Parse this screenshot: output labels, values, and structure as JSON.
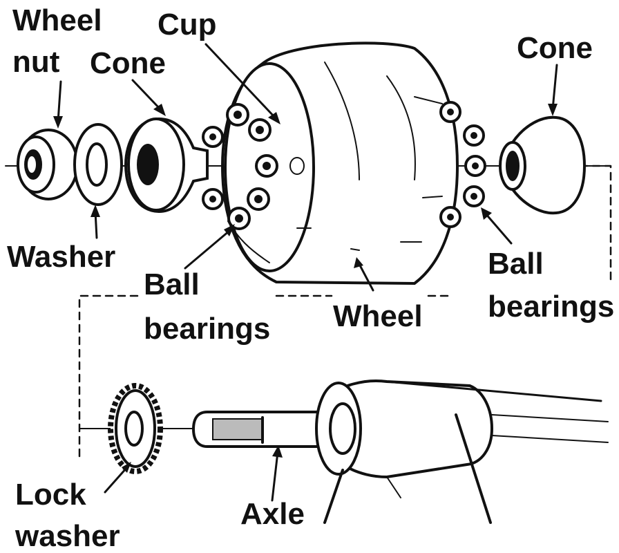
{
  "labels": {
    "wheel_nut_1": "Wheel",
    "wheel_nut_2": "nut",
    "cone_left": "Cone",
    "cup": "Cup",
    "cone_right": "Cone",
    "washer": "Washer",
    "ball_left_1": "Ball",
    "ball_left_2": "bearings",
    "wheel": "Wheel",
    "ball_right_1": "Ball",
    "ball_right_2": "bearings",
    "lock_1": "Lock",
    "lock_2": "washer",
    "axle": "Axle"
  },
  "colors": {
    "ink": "#111111",
    "paper": "#ffffff"
  }
}
